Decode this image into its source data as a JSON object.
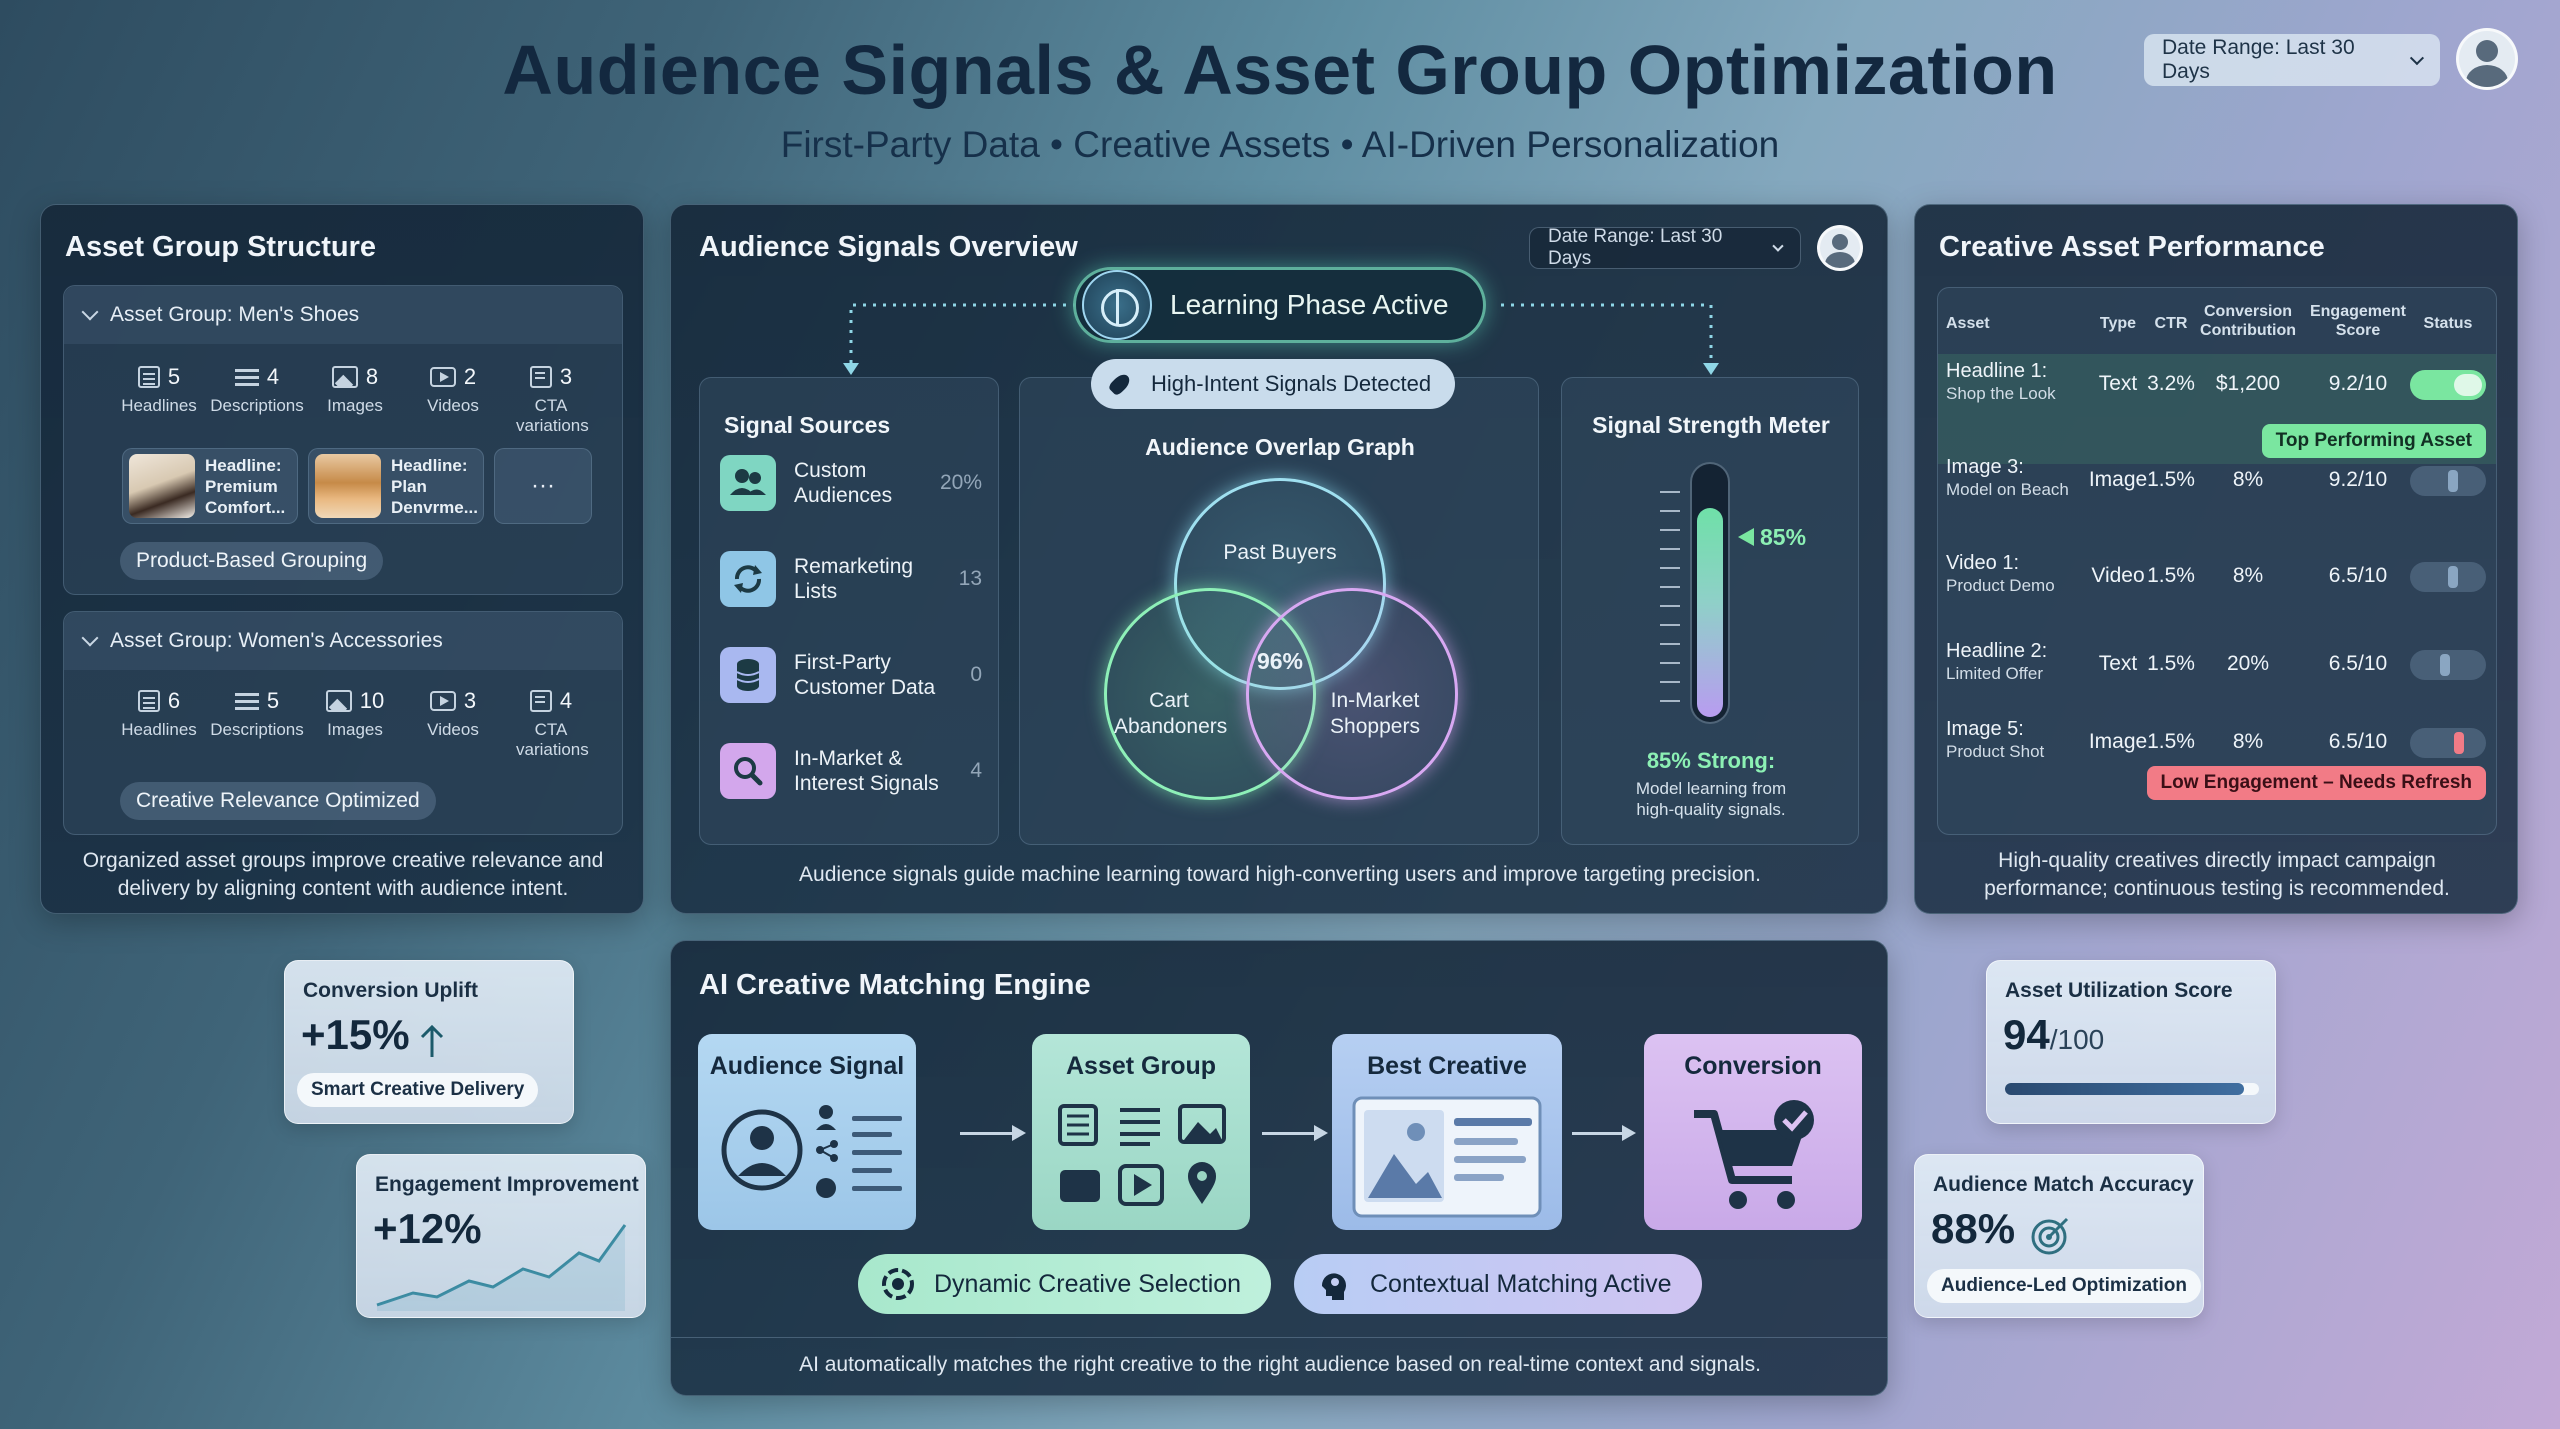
{
  "header": {
    "title": "Audience Signals & Asset Group Optimization",
    "subtitle": "First-Party Data • Creative Assets • AI-Driven Personalization",
    "date_range": "Date Range: Last 30 Days"
  },
  "asset_group_structure": {
    "title": "Asset Group Structure",
    "groups": [
      {
        "name": "Asset Group: Men's Shoes",
        "stats": [
          {
            "value": "5",
            "label": "Headlines",
            "icon": "document-icon"
          },
          {
            "value": "4",
            "label": "Descriptions",
            "icon": "lines-icon"
          },
          {
            "value": "8",
            "label": "Images",
            "icon": "image-icon"
          },
          {
            "value": "2",
            "label": "Videos",
            "icon": "video-icon"
          },
          {
            "value": "3",
            "label": "CTA variations",
            "icon": "cta-icon"
          }
        ],
        "thumbnails": [
          {
            "text": "Headline: Premium Comfort..."
          },
          {
            "text": "Headline: Plan Denvrme..."
          }
        ],
        "more": "···",
        "tag": "Product-Based Grouping"
      },
      {
        "name": "Asset Group: Women's Accessories",
        "stats": [
          {
            "value": "6",
            "label": "Headlines",
            "icon": "document-icon"
          },
          {
            "value": "5",
            "label": "Descriptions",
            "icon": "lines-icon"
          },
          {
            "value": "10",
            "label": "Images",
            "icon": "image-icon"
          },
          {
            "value": "3",
            "label": "Videos",
            "icon": "video-icon"
          },
          {
            "value": "4",
            "label": "CTA variations",
            "icon": "cta-icon"
          }
        ],
        "tag": "Creative Relevance Optimized"
      }
    ],
    "footer": "Organized asset groups improve creative relevance and delivery by aligning content with audience intent."
  },
  "audience_signals": {
    "title": "Audience Signals Overview",
    "date_range": "Date Range: Last 30 Days",
    "learning_phase": "Learning Phase Active",
    "high_intent": "High-Intent Signals Detected",
    "signal_sources": {
      "title": "Signal Sources",
      "items": [
        {
          "label": "Custom Audiences",
          "value": "20%",
          "color": "#7fd6c2",
          "icon": "people-icon"
        },
        {
          "label": "Remarketing Lists",
          "value": "13",
          "color": "#8fc6e6",
          "icon": "refresh-icon"
        },
        {
          "label": "First-Party Customer Data",
          "value": "0",
          "color": "#a9b8f0",
          "icon": "database-icon"
        },
        {
          "label": "In-Market & Interest Signals",
          "value": "4",
          "color": "#d3a7ec",
          "icon": "search-icon"
        }
      ]
    },
    "overlap": {
      "title": "Audience Overlap Graph",
      "circles": [
        "Past Buyers",
        "Cart Abandoners",
        "In-Market Shoppers"
      ],
      "overlap_value": "96%"
    },
    "meter": {
      "title": "Signal Strength Meter",
      "value": "85%",
      "level": 0.85,
      "status": "85% Strong:",
      "note": "Model learning from high-quality signals."
    },
    "footer": "Audience signals guide machine learning toward high-converting users and improve targeting precision."
  },
  "creative_performance": {
    "title": "Creative Asset Performance",
    "headers": [
      "Asset",
      "Type",
      "CTR",
      "Conversion Contribution",
      "Engagement Score",
      "Status"
    ],
    "rows": [
      {
        "name": "Headline 1:",
        "detail": "Shop the Look",
        "type": "Text",
        "ctr": "3.2%",
        "conv": "$1,200",
        "score": "9.2/10",
        "status_on": true,
        "badge": "Top Performing Asset"
      },
      {
        "name": "Image 3:",
        "detail": "Model on Beach",
        "type": "Image",
        "ctr": "1.5%",
        "conv": "8%",
        "score": "9.2/10",
        "status_on": false
      },
      {
        "name": "Video 1:",
        "detail": "Product Demo",
        "type": "Video",
        "ctr": "1.5%",
        "conv": "8%",
        "score": "6.5/10",
        "status_on": false
      },
      {
        "name": "Headline 2:",
        "detail": "Limited Offer",
        "type": "Text",
        "ctr": "1.5%",
        "conv": "20%",
        "score": "6.5/10",
        "status_on": false
      },
      {
        "name": "Image 5:",
        "detail": "Product Shot",
        "type": "Image",
        "ctr": "1.5%",
        "conv": "8%",
        "score": "6.5/10",
        "status_on": false,
        "badge": "Low Engagement – Needs Refresh"
      }
    ],
    "footer": "High-quality creatives directly impact campaign performance; continuous testing is recommended."
  },
  "kpis": {
    "conversion_uplift": {
      "title": "Conversion Uplift",
      "value": "+15%",
      "pill": "Smart Creative Delivery"
    },
    "engagement": {
      "title": "Engagement Improvement",
      "value": "+12%"
    },
    "asset_utilization": {
      "title": "Asset Utilization Score",
      "value": "94",
      "unit": "/100",
      "fill": 0.94
    },
    "audience_match": {
      "title": "Audience Match Accuracy",
      "value": "88%",
      "pill": "Audience-Led Optimization"
    }
  },
  "ai_engine": {
    "title": "AI Creative Matching Engine",
    "steps": [
      "Audience Signal",
      "Asset Group",
      "Best Creative",
      "Conversion"
    ],
    "pills": [
      "Dynamic Creative Selection",
      "Contextual Matching Active"
    ],
    "footer": "AI automatically matches the right creative to the right audience based on real-time context and signals."
  },
  "colors": {
    "accent_teal": "#7fe0c4",
    "positive_green": "#7ae6a0",
    "warning_red": "#f27b86",
    "meter_top": "#6fe0a8",
    "meter_bottom": "#b89cf0"
  }
}
